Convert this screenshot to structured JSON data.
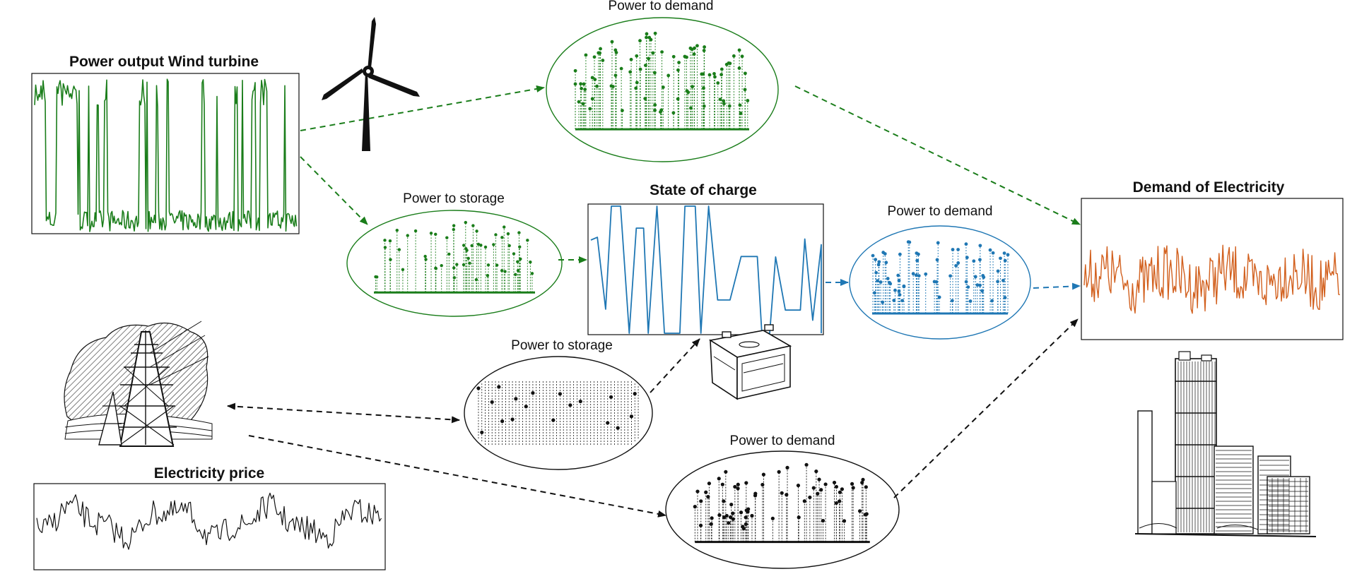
{
  "titles": {
    "wind": "Power output Wind turbine",
    "soc": "State of charge",
    "demand": "Demand of Electricity",
    "price": "Electricity price"
  },
  "bubbles": {
    "wind_to_demand": "Power to demand",
    "wind_to_storage": "Power to storage",
    "storage_to_demand": "Power to demand",
    "grid_to_storage": "Power to storage",
    "grid_to_demand": "Power to demand"
  },
  "colors": {
    "wind": "#1a7d1a",
    "storage": "#1f77b4",
    "demand": "#d2601e",
    "grid": "#111111"
  },
  "icons": [
    "wind-turbine-icon",
    "battery-icon",
    "power-pylon-icon",
    "city-buildings-icon"
  ]
}
